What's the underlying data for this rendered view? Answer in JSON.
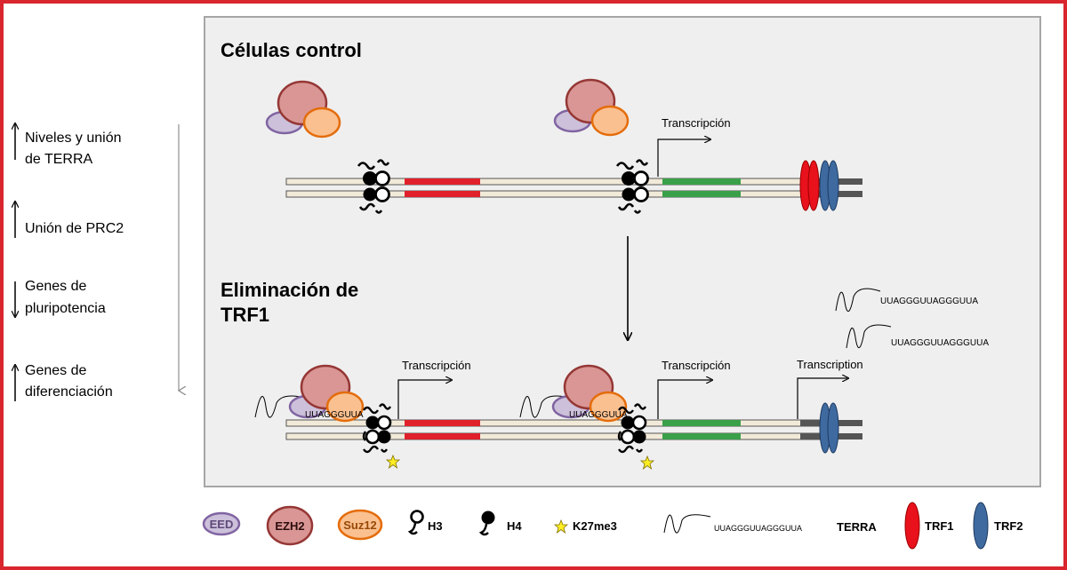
{
  "left_panel": {
    "items": [
      {
        "arrow": "up",
        "line1": "Niveles  y unión",
        "line2": "de TERRA"
      },
      {
        "arrow": "up",
        "line1": "Unión de PRC2",
        "line2": ""
      },
      {
        "arrow": "down",
        "line1": "Genes de",
        "line2": "pluripotencia"
      },
      {
        "arrow": "up",
        "line1": "Genes de",
        "line2": "diferenciación"
      }
    ]
  },
  "control": {
    "title": "Células control",
    "transcription_label": "Transcripción"
  },
  "deletion": {
    "title_line1": "Eliminación  de",
    "title_line2": "TRF1",
    "transcription_label_1": "Transcripción",
    "transcription_label_2": "Transcripción",
    "transcription_label_3": "Transcription",
    "bound_terra_1": "UUAGGGUUA",
    "bound_terra_2": "UUAGGGUUA",
    "free_terra_1": "UUAGGGUUAGGGUUA",
    "free_terra_2": "UUAGGGUUAGGGUUA"
  },
  "legend": {
    "eed": "EED",
    "ezh2": "EZH2",
    "suz12": "Suz12",
    "h3": "H3",
    "h4": "H4",
    "k27me3": "K27me3",
    "terra_seq": "UUAGGGUUAGGGUUA",
    "terra": "TERRA",
    "trf1": "TRF1",
    "trf2": "TRF2"
  },
  "colors": {
    "frame": "#d9262e",
    "panel_bg": "#efefef",
    "eed_fill": "#ccc0da",
    "eed_stroke": "#8064a2",
    "ezh2_fill": "#d99694",
    "ezh2_stroke": "#953735",
    "suz12_fill": "#fac090",
    "suz12_stroke": "#e46c0a",
    "trf1": "#e8111c",
    "trf2": "#3e6aa0",
    "red_gene": "#e0202a",
    "green_gene": "#3aa04a",
    "dna_fill": "#f2ead9"
  }
}
